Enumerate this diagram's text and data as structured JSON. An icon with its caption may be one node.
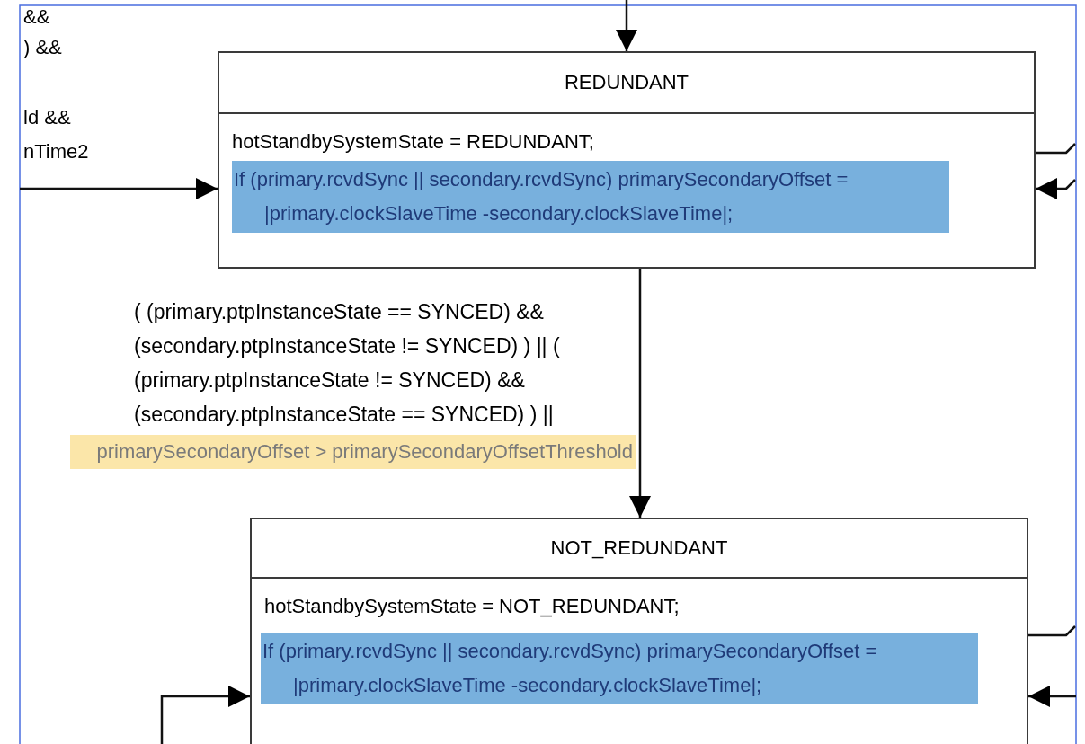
{
  "diagram": {
    "nodes": [
      {
        "text": [
          "REDUNDANT",
          "hotStandbySystemState = REDUNDANT;",
          "If (primary.rcvdSync || secondary.rcvdSync) primarySecondaryOffset = |primary.clockSlaveTime -secondary.clockSlaveTime|;"
        ]
      },
      {
        "text": [
          "NOT_REDUNDANT",
          "hotStandbySystemState = NOT_REDUNDANT;",
          "If (primary.rcvdSync || secondary.rcvdSync) primarySecondaryOffset = |primary.clockSlaveTime -secondary.clockSlaveTime|;"
        ]
      }
    ],
    "edges": [
      {
        "from": null,
        "to": 0,
        "arrow": "to"
      },
      {
        "from": null,
        "to": 0,
        "arrow": "to"
      },
      {
        "from": 0,
        "to": null,
        "arrow": "none"
      },
      {
        "from": null,
        "to": 0,
        "arrow": "to"
      },
      {
        "from": 0,
        "to": 1,
        "arrow": "to",
        "label": "( (primary.ptpInstanceState == SYNCED) && (secondary.ptpInstanceState != SYNCED) ) || ( (primary.ptpInstanceState != SYNCED) && (secondary.ptpInstanceState == SYNCED) ) ||"
      },
      {
        "from": 1,
        "to": null,
        "arrow": "none"
      },
      {
        "from": null,
        "to": 1,
        "arrow": "to"
      },
      {
        "from": null,
        "to": 1,
        "arrow": "to"
      }
    ],
    "labels": [
      "primarySecondaryOffset > primarySecondaryOffsetThreshold",
      "&&",
      ") &&",
      "ld &&",
      "nTime2"
    ]
  }
}
